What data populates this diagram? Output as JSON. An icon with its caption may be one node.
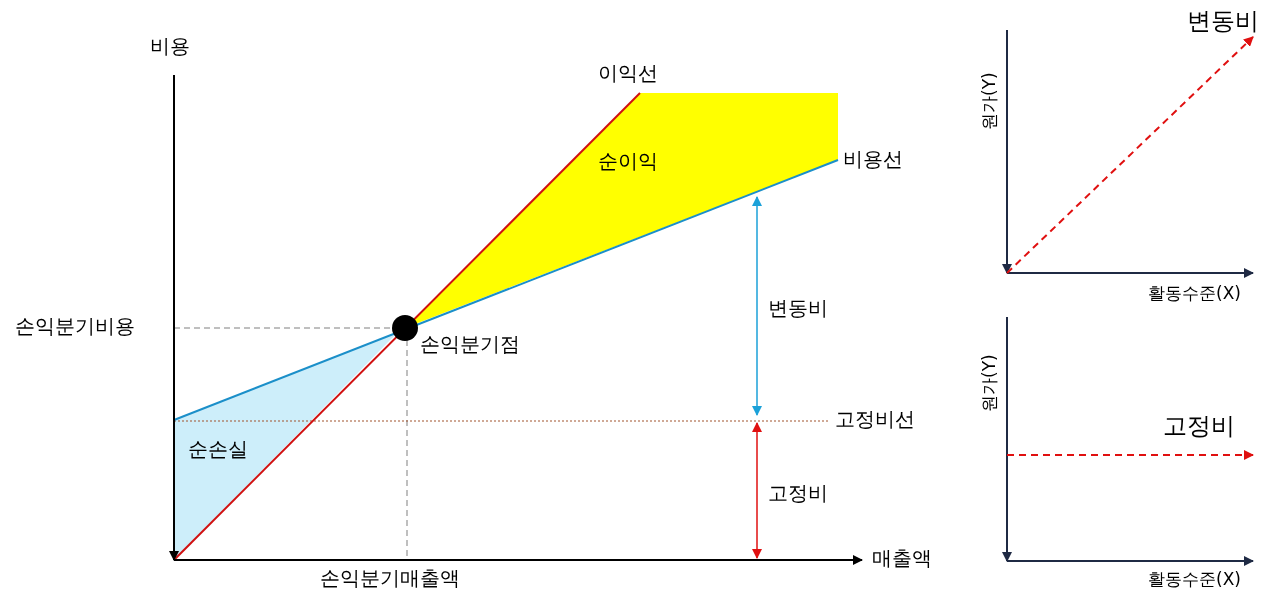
{
  "diagram": {
    "labels": [
      "비용",
      "이익선",
      "변동비",
      "원가(Y)",
      "순이익",
      "비용선",
      "손익분기비용",
      "손익분기점",
      "변동비",
      "활동수준(X)",
      "원가(Y)",
      "고정비선",
      "고정비",
      "순손실",
      "고정비",
      "매출액",
      "손익분기매출액",
      "활동수준(X)"
    ]
  }
}
